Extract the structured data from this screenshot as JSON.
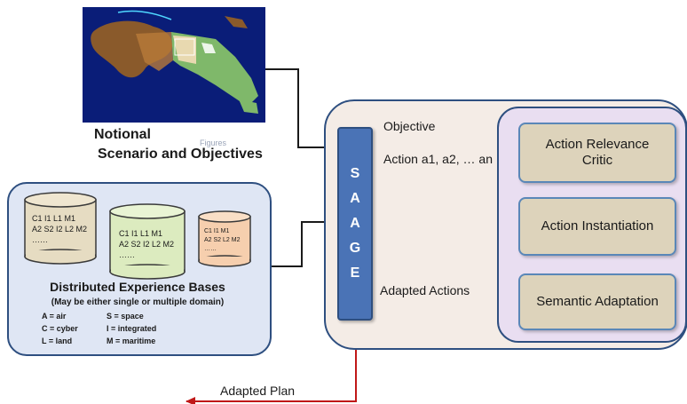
{
  "scenario": {
    "line1": "Notional",
    "line2": "Scenario and Objectives",
    "faint_label": "Figures"
  },
  "saage": {
    "letters": [
      "S",
      "A",
      "A",
      "G",
      "E"
    ]
  },
  "critic": {
    "steps": [
      "Action Relevance Critic",
      "Action Instantiation",
      "Semantic Adaptation"
    ]
  },
  "arrows": {
    "objective": "Objective",
    "action_prefix": "Action ",
    "action_list": "a1, a2, … an",
    "adapted_actions": "Adapted Actions",
    "adapted_plan": "Adapted Plan"
  },
  "experience": {
    "title": "Distributed Experience Bases",
    "subtitle": "(May be either single or multiple domain)",
    "cylinders": [
      {
        "line1": "C1 I1 L1 M1",
        "line2": "A2 S2 I2 L2 M2",
        "line3": "……"
      },
      {
        "line1": "C1 I1 L1 M1",
        "line2": "A2 S2 I2 L2 M2",
        "line3": "……"
      },
      {
        "line1": "C1 I1 M1",
        "line2": "A2 S2 L2 M2",
        "line3": "……"
      }
    ],
    "legend": [
      "A = air",
      "S = space",
      "C = cyber",
      "I = integrated",
      "L = land",
      "M = maritime"
    ]
  }
}
